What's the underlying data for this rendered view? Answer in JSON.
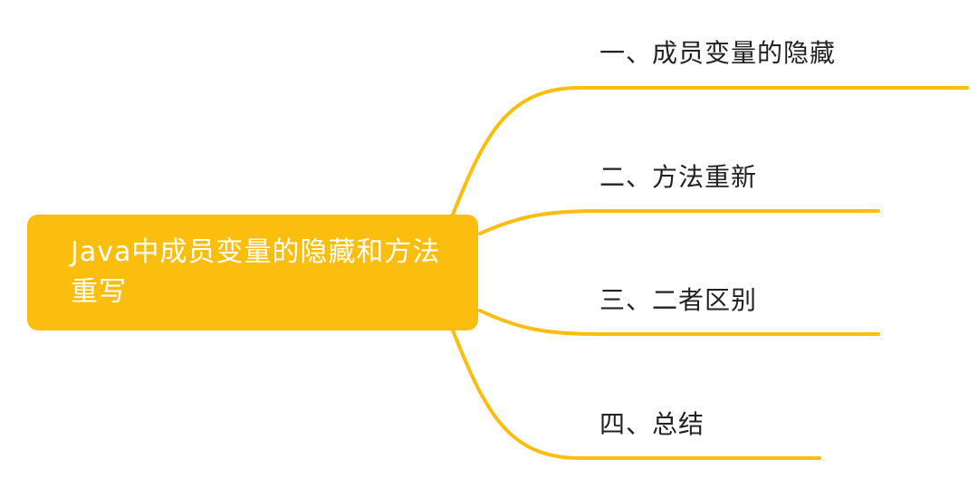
{
  "root": {
    "title": "Java中成员变量的隐藏和方法重写"
  },
  "branches": [
    {
      "label": "一、成员变量的隐藏"
    },
    {
      "label": "二、方法重新"
    },
    {
      "label": "三、二者区别"
    },
    {
      "label": "四、总结"
    }
  ],
  "colors": {
    "accent": "#fbbd0e",
    "root_text": "#ffffff",
    "branch_text": "#222222"
  }
}
